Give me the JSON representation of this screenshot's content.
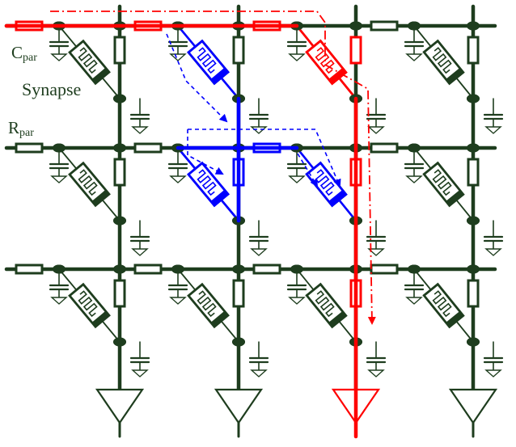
{
  "labels": {
    "cpar": {
      "main": "C",
      "sub": "par"
    },
    "synapse": "Synapse",
    "rpar": {
      "main": "R",
      "sub": "par"
    }
  },
  "colors": {
    "wire": "#1e3d1e",
    "highlight_red": "#ff0000",
    "highlight_blue": "#0000ff",
    "text": "#1e3d1e"
  },
  "structure": {
    "rows": 3,
    "columns": 4,
    "row_components": [
      "row-resistor",
      "row-node",
      "synapse",
      "parasitic-capacitor"
    ],
    "column_output": "sense-amplifier",
    "red_path": {
      "row": 0,
      "column": 2
    },
    "blue_path": {
      "row": 1,
      "column": 1
    }
  }
}
